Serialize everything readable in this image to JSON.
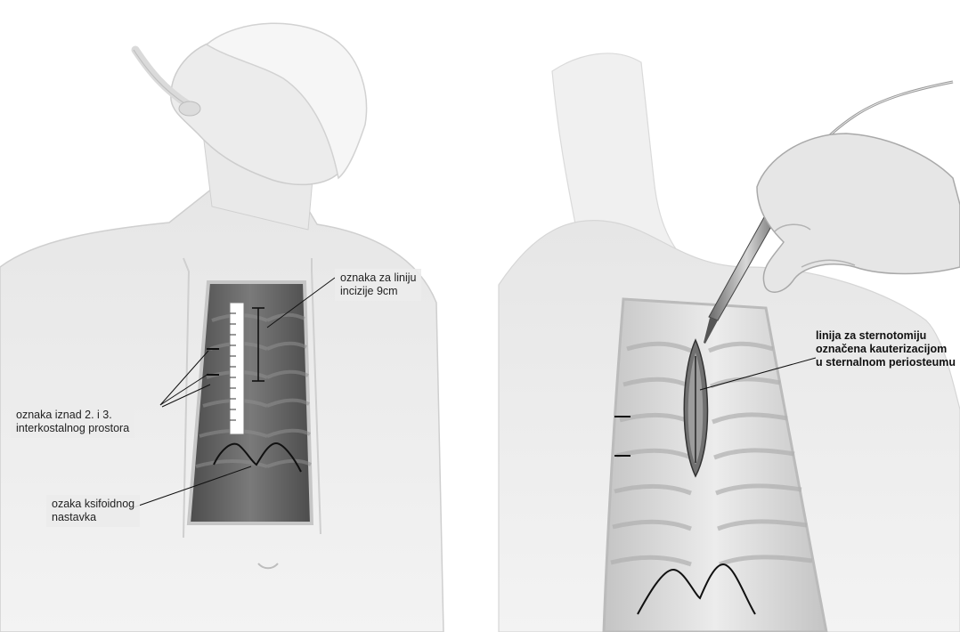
{
  "left_panel": {
    "incision_label": [
      "oznaka za  liniju",
      "incizije 9cm"
    ],
    "intercostal_label": [
      "oznaka iznad 2. i 3.",
      "interkostalnog prostora"
    ],
    "xiphoid_label": [
      "ozaka ksifoidnog",
      "nastavka"
    ]
  },
  "right_panel": {
    "sternotomy_label": [
      "linija za sternotomiju",
      "označena kauterizacijom",
      "u sternalnom periosteumu"
    ]
  },
  "colors": {
    "skin": "#efefef",
    "skin_outline": "#c9c9c9",
    "field_dark": "#555555",
    "field_light": "#dcdcdc",
    "marker_line": "#111111"
  }
}
